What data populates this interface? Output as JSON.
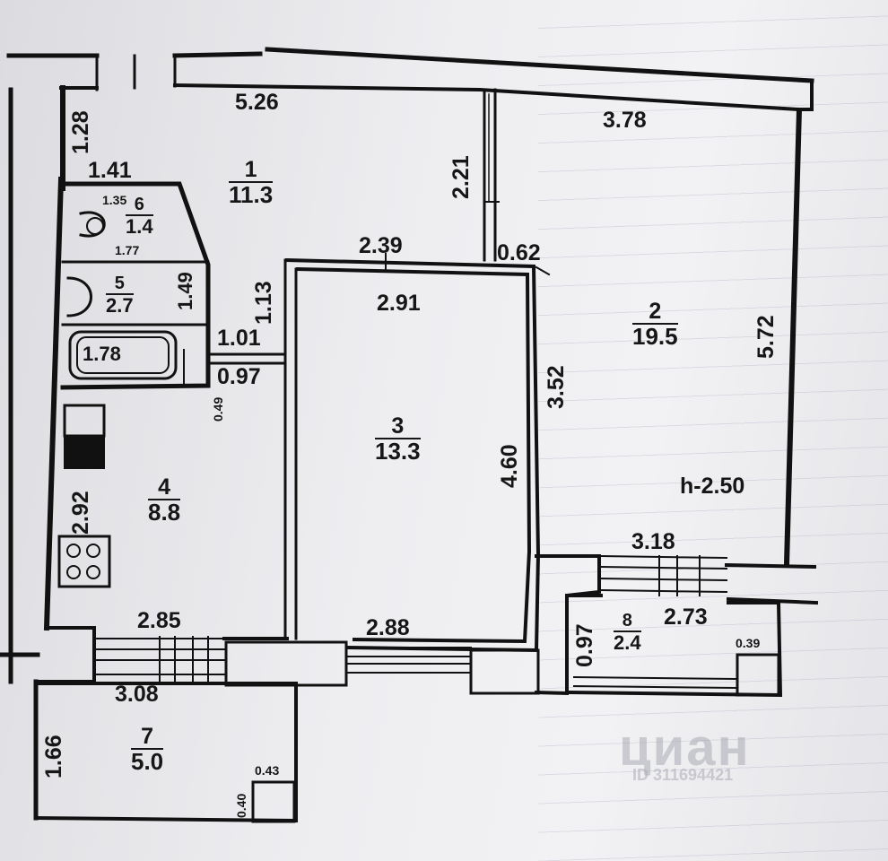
{
  "rooms": [
    {
      "id": "1",
      "area": "11.3"
    },
    {
      "id": "2",
      "area": "19.5"
    },
    {
      "id": "3",
      "area": "13.3"
    },
    {
      "id": "4",
      "area": "8.8"
    },
    {
      "id": "5",
      "area": "2.7"
    },
    {
      "id": "6",
      "area": "1.4"
    },
    {
      "id": "7",
      "area": "5.0"
    },
    {
      "id": "8",
      "area": "2.4"
    }
  ],
  "dimensions": {
    "d_526": "5.26",
    "d_378": "3.78",
    "d_128": "1.28",
    "d_221": "2.21",
    "d_141": "1.41",
    "d_135": "1.35",
    "d_177": "1.77",
    "d_239": "2.39",
    "d_062": "0.62",
    "d_291": "2.91",
    "d_149": "1.49",
    "d_113": "1.13",
    "d_101": "1.01",
    "d_097": "0.97",
    "d_178": "1.78",
    "d_049": "0.49",
    "d_352": "3.52",
    "d_572": "5.72",
    "d_460": "4.60",
    "d_292": "2.92",
    "d_285": "2.85",
    "d_288": "2.88",
    "d_308": "3.08",
    "d_318": "3.18",
    "d_273": "2.73",
    "d_097b": "0.97",
    "d_039": "0.39",
    "d_166": "1.66",
    "d_043": "0.43",
    "d_040": "0.40"
  },
  "ceiling_height": "h-2.50",
  "watermark": {
    "brand": "циан",
    "id": "ID 311694421"
  }
}
